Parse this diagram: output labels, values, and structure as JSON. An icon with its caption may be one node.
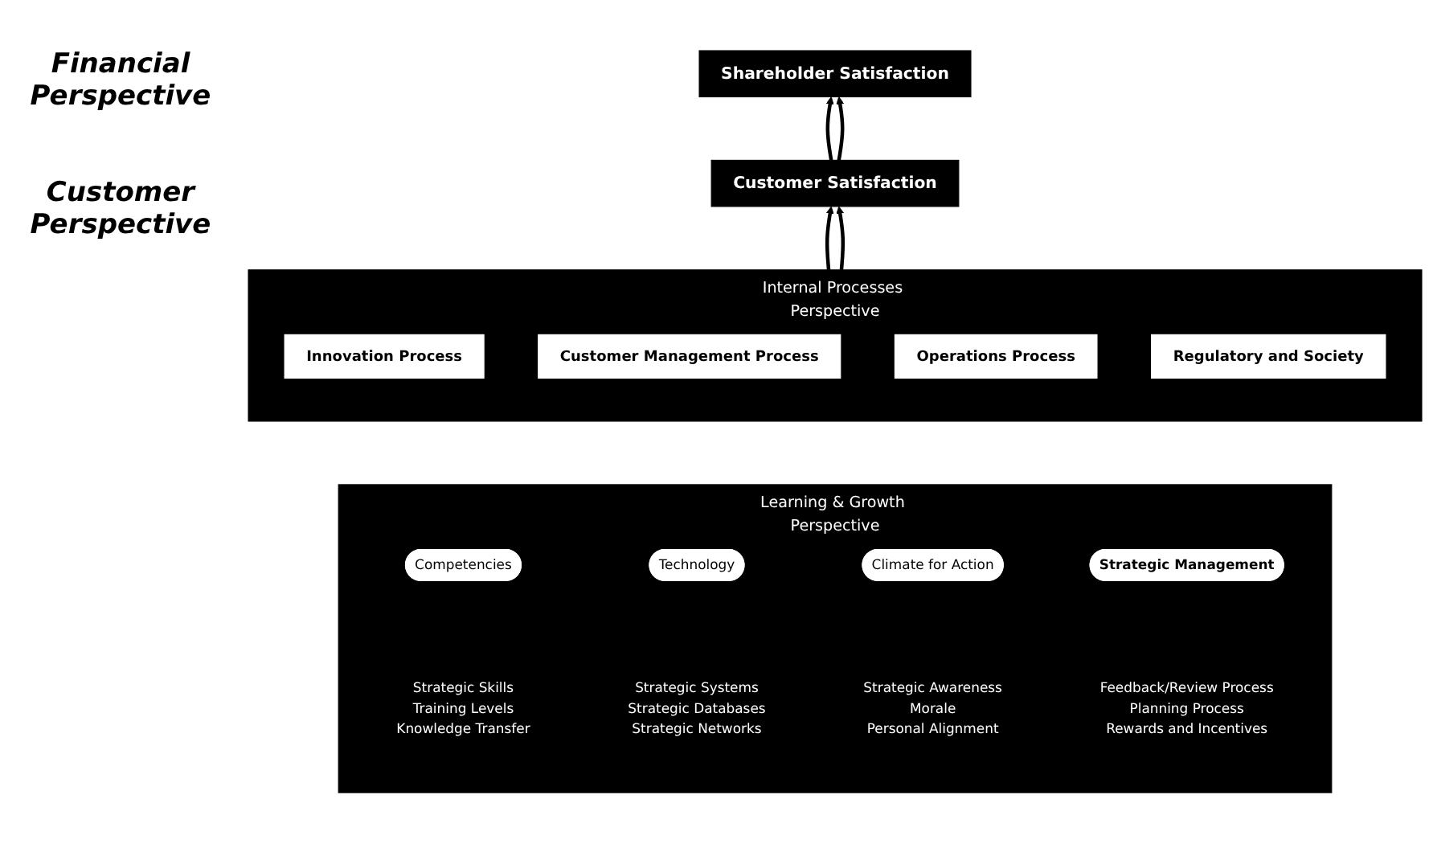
{
  "diagram": {
    "nodes": [
      {
        "text": [
          "Shareholder Satisfaction"
        ]
      },
      {
        "text": [
          "Customer Satisfaction"
        ]
      },
      {
        "text": [
          "Internal Processes Perspective"
        ]
      },
      {
        "text": [
          "Innovation Process"
        ],
        "in": 2
      },
      {
        "text": [
          "Customer Management Process"
        ],
        "in": 2
      },
      {
        "text": [
          "Operations Process"
        ],
        "in": 2
      },
      {
        "text": [
          "Regulatory and Society"
        ],
        "in": 2
      },
      {
        "text": [
          "Learning & Growth Perspective"
        ]
      },
      {
        "text": [
          "Competencies"
        ],
        "in": 7,
        "beside": [
          "Strategic Skills",
          "Training Levels",
          "Knowledge Transfer"
        ]
      },
      {
        "text": [
          "Technology"
        ],
        "in": 7,
        "beside": [
          "Strategic Systems",
          "Strategic Databases",
          "Strategic Networks"
        ]
      },
      {
        "text": [
          "Climate for Action"
        ],
        "in": 7,
        "beside": [
          "Strategic Awareness",
          "Morale",
          "Personal Alignment"
        ]
      },
      {
        "text": [
          "Strategic Management"
        ],
        "in": 7,
        "beside": [
          "Feedback/Review Process",
          "Planning Process",
          "Rewards and Incentives"
        ]
      }
    ],
    "edges": [
      {
        "from": 1,
        "to": 0,
        "arrow": "to"
      },
      {
        "from": 1,
        "to": 0,
        "arrow": "to"
      },
      {
        "from": 2,
        "to": 1,
        "arrow": "to"
      },
      {
        "from": 2,
        "to": 1,
        "arrow": "to"
      }
    ],
    "labels": [
      "Financial Perspective",
      "Customer Perspective"
    ]
  }
}
